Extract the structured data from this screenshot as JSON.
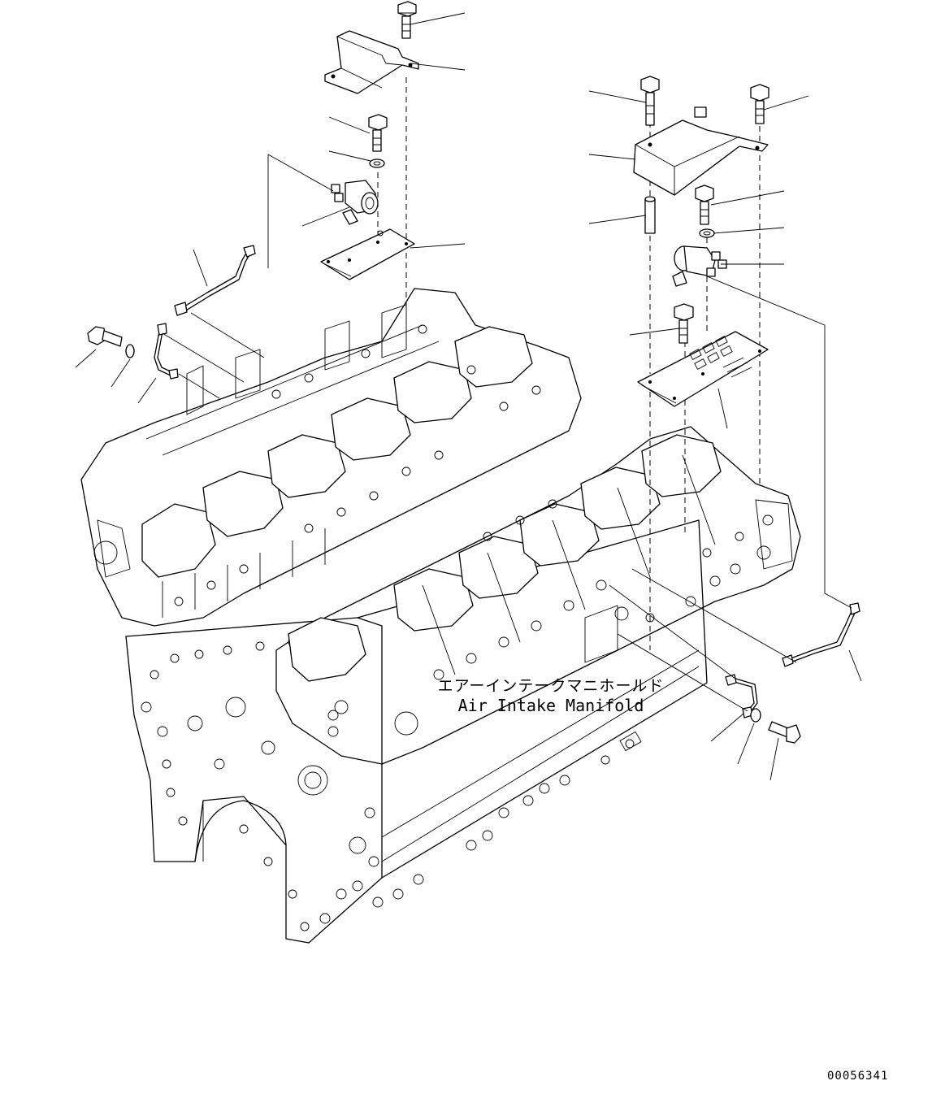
{
  "labels": {
    "manifold_jp": "エアーインテークマニホールド",
    "manifold_en": "Air Intake Manifold"
  },
  "drawing_code": "00056341"
}
